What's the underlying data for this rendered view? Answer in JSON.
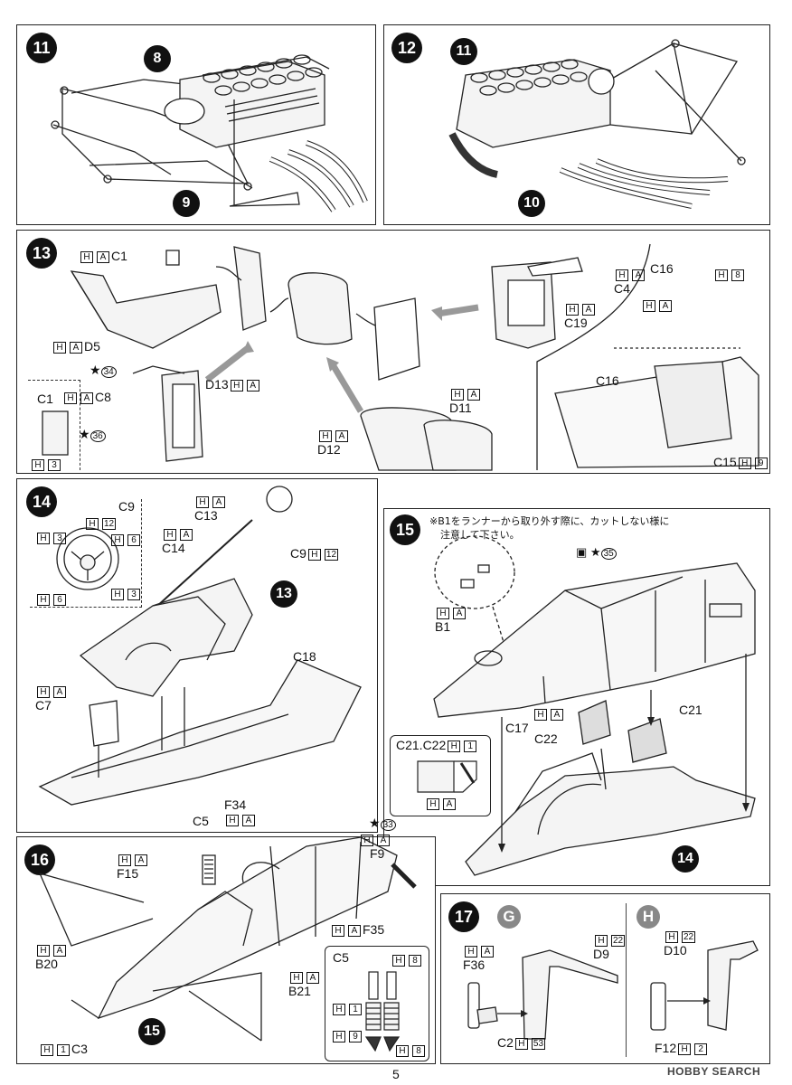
{
  "page_number": "5",
  "watermark": "HOBBY SEARCH",
  "steps": {
    "s11": {
      "num": "11",
      "refs": [
        "8",
        "9"
      ]
    },
    "s12": {
      "num": "12",
      "refs": [
        "11",
        "10"
      ]
    },
    "s13": {
      "num": "13",
      "labels": {
        "c1_top": "C1",
        "d5": "D5",
        "c8": "C8",
        "d13": "D13",
        "c16a": "C16",
        "c16b": "C16",
        "c4": "C4",
        "c19": "C19",
        "d11": "D11",
        "d12": "D12",
        "c15": "C15",
        "c1_detail": "C1"
      },
      "boxes": {
        "A": "A",
        "H": "H",
        "three": "3",
        "eight": "8",
        "nine": "9"
      },
      "decal_refs": [
        "34",
        "36"
      ]
    },
    "s14": {
      "num": "14",
      "labels": {
        "c9_detail": "C9",
        "c13": "C13",
        "c14": "C14",
        "c9": "C9",
        "c18": "C18",
        "c7": "C7"
      },
      "boxes": {
        "twelve": "12",
        "six": "6",
        "three": "3"
      },
      "ref": "13"
    },
    "s15": {
      "num": "15",
      "note_line1": "※B1をランナーから取り外す際に、カットしない様に",
      "note_line2": "注意して下さい。",
      "labels": {
        "b1": "B1",
        "c17": "C17",
        "c21": "C21",
        "c22": "C22",
        "c2122": "C21.C22"
      },
      "boxes": {
        "one": "1"
      },
      "decal_ref": "35",
      "ref": "14"
    },
    "s16": {
      "num": "16",
      "labels": {
        "f9": "F9",
        "f34": "F34",
        "c5": "C5",
        "f15": "F15",
        "f35": "F35",
        "b20": "B20",
        "b21": "B21",
        "c3": "C3",
        "c5_detail": "C5"
      },
      "boxes": {
        "one": "1",
        "eight": "8",
        "nine": "9"
      },
      "decal_ref": "33",
      "ref": "15"
    },
    "s17": {
      "num": "17",
      "variant_g": "G",
      "variant_h": "H",
      "labels": {
        "f36": "F36",
        "d9": "D9",
        "c2": "C2",
        "d10": "D10",
        "f12": "F12"
      },
      "boxes": {
        "twentytwo": "22",
        "fiftythree": "53",
        "two": "2"
      }
    }
  }
}
